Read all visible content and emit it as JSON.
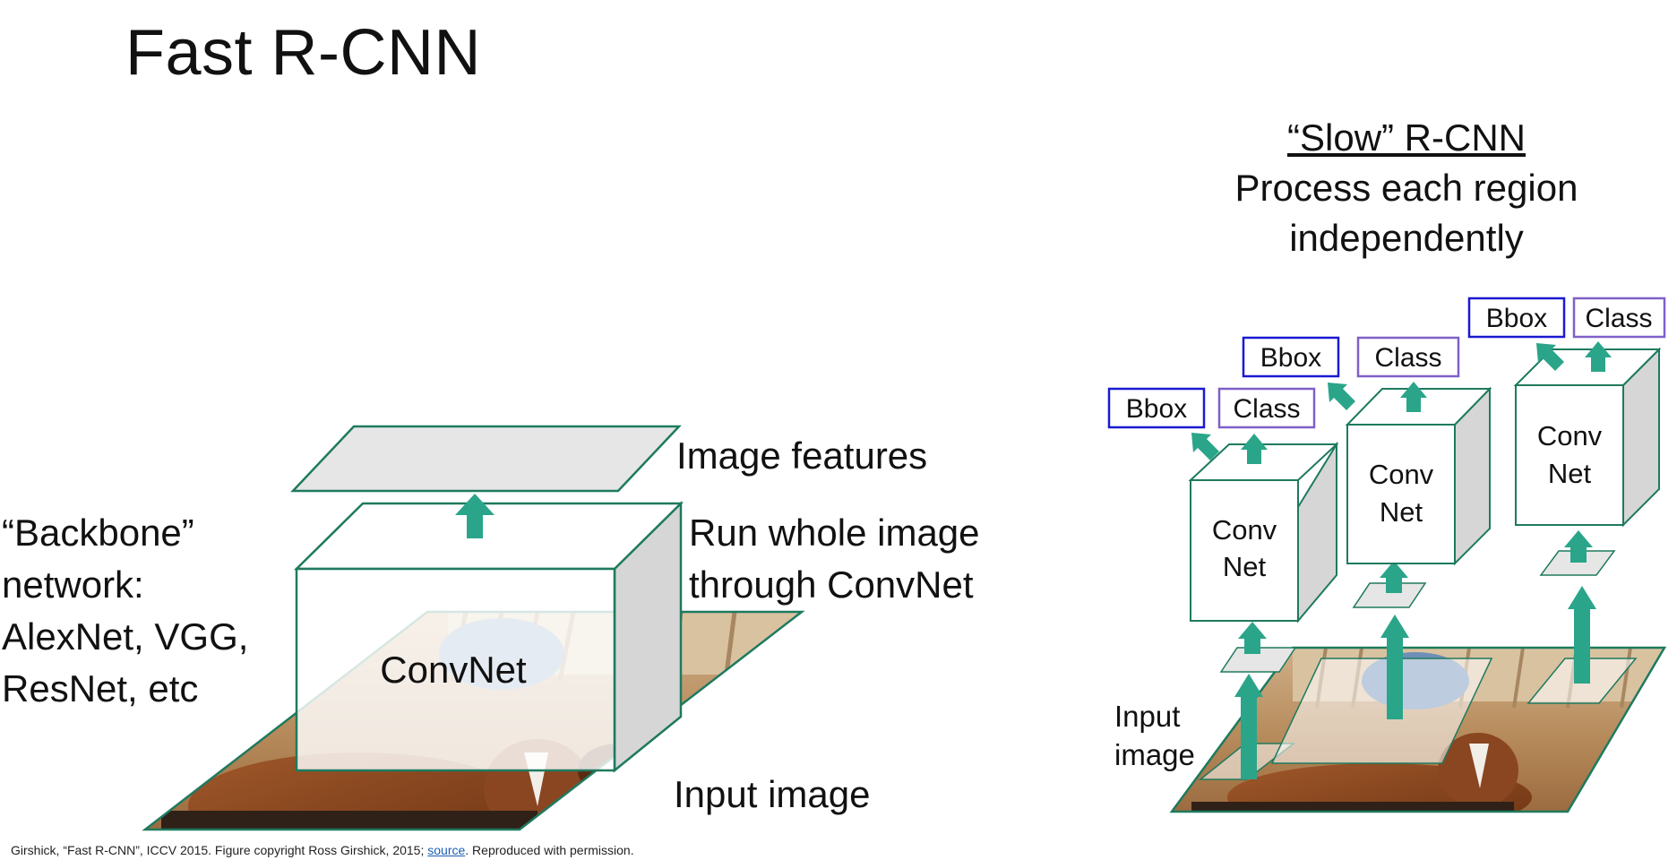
{
  "title": "Fast R-CNN",
  "left": {
    "backbone_lines": [
      "“Backbone”",
      "network:",
      "AlexNet, VGG,",
      "ResNet, etc"
    ],
    "image_features_label": "Image features",
    "run_label_lines": [
      "Run whole image",
      "through ConvNet"
    ],
    "input_image_label": "Input image",
    "convnet_label": "ConvNet"
  },
  "right": {
    "heading_underlined": "“Slow” R-CNN",
    "heading_lines": [
      "Process each region",
      "independently"
    ],
    "input_label_lines": [
      "Input",
      "image"
    ],
    "conv_label_lines": [
      "Conv",
      "Net"
    ],
    "bbox_label": "Bbox",
    "class_label": "Class"
  },
  "caption": {
    "prefix": "Girshick, “Fast R-CNN”, ICCV 2015. Figure copyright Ross Girshick, 2015; ",
    "link_text": "source",
    "suffix": ". Reproduced with permission."
  },
  "colors": {
    "arrow": "#2aa58a",
    "box_edge": "#1e7a5f",
    "bbox_border": "#1a1ad0",
    "class_border": "#8060c8",
    "horse_brown": "#8b4a22",
    "ground_tan": "#c9a77c"
  }
}
